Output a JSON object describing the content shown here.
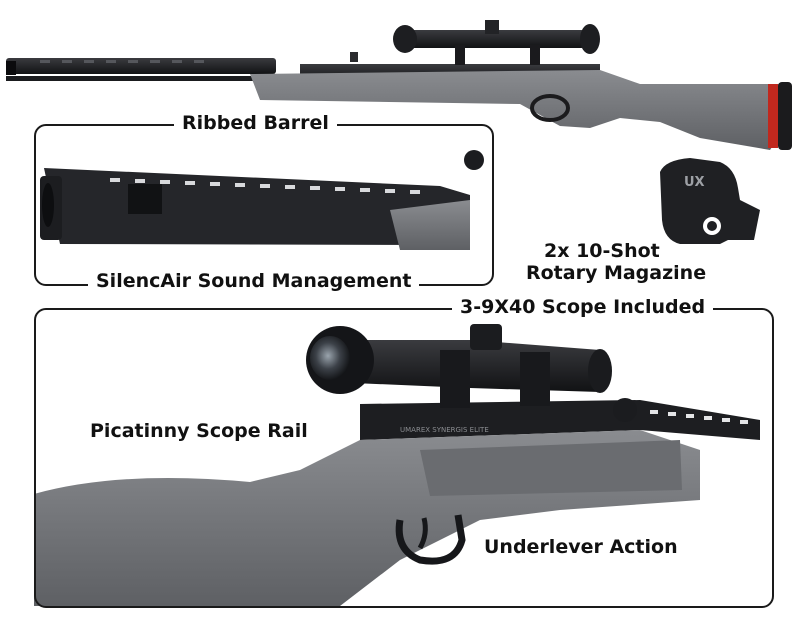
{
  "labels": {
    "ribbed_barrel": "Ribbed Barrel",
    "silencair": "SilencAir Sound Management",
    "magazine_line1": "2x 10-Shot",
    "magazine_line2": "Rotary Magazine",
    "scope_included": "3-9X40 Scope Included",
    "picatinny": "Picatinny Scope Rail",
    "underlever": "Underlever Action"
  },
  "product_markings": {
    "magazine_logo": "UX",
    "receiver_engraving": "UMAREX SYNERGIS ELITE"
  },
  "colors": {
    "stock_gray": "#6f7175",
    "stock_gray_light": "#8a8c90",
    "metal_black": "#1c1d20",
    "recoil_pad_red": "#c0281e",
    "frame_line": "#1a1a1a"
  }
}
